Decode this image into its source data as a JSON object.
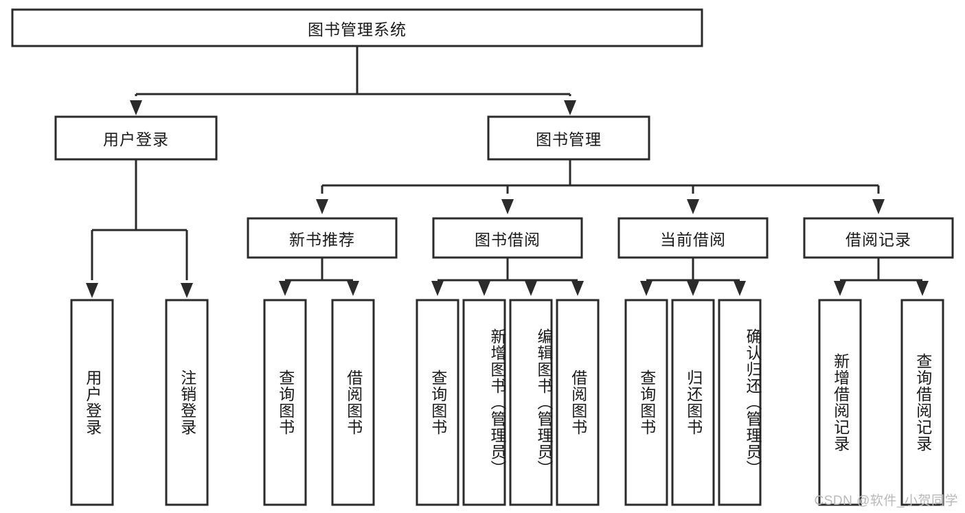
{
  "diagram": {
    "type": "tree-hierarchy-chart",
    "title": "图书管理系统",
    "orientation": "top-down",
    "colors": {
      "box_stroke": "#2b2b2b",
      "box_fill": "#ffffff",
      "connector": "#2b2b2b",
      "text": "#1a1a1a",
      "watermark": "#b9b9b9",
      "background": "#ffffff"
    },
    "root": {
      "label": "图书管理系统"
    },
    "level2": [
      {
        "label": "用户登录"
      },
      {
        "label": "图书管理"
      }
    ],
    "level3": [
      {
        "label": "新书推荐"
      },
      {
        "label": "图书借阅"
      },
      {
        "label": "当前借阅"
      },
      {
        "label": "借阅记录"
      }
    ],
    "leaves": {
      "user_login": [
        {
          "label": "用户登录"
        },
        {
          "label": "注销登录"
        }
      ],
      "new_book_recommend": [
        {
          "label": "查询图书"
        },
        {
          "label": "借阅图书"
        }
      ],
      "book_borrow": [
        {
          "label": "查询图书"
        },
        {
          "label": "新增图书（管理员）"
        },
        {
          "label": "编辑图书（管理员）"
        },
        {
          "label": "借阅图书"
        }
      ],
      "current_borrow": [
        {
          "label": "查询图书"
        },
        {
          "label": "归还图书"
        },
        {
          "label": "确认归还（管理员）"
        }
      ],
      "borrow_record": [
        {
          "label": "新增借阅记录"
        },
        {
          "label": "查询借阅记录"
        }
      ]
    }
  },
  "watermark": {
    "text": "CSDN @软件_小贺同学"
  }
}
